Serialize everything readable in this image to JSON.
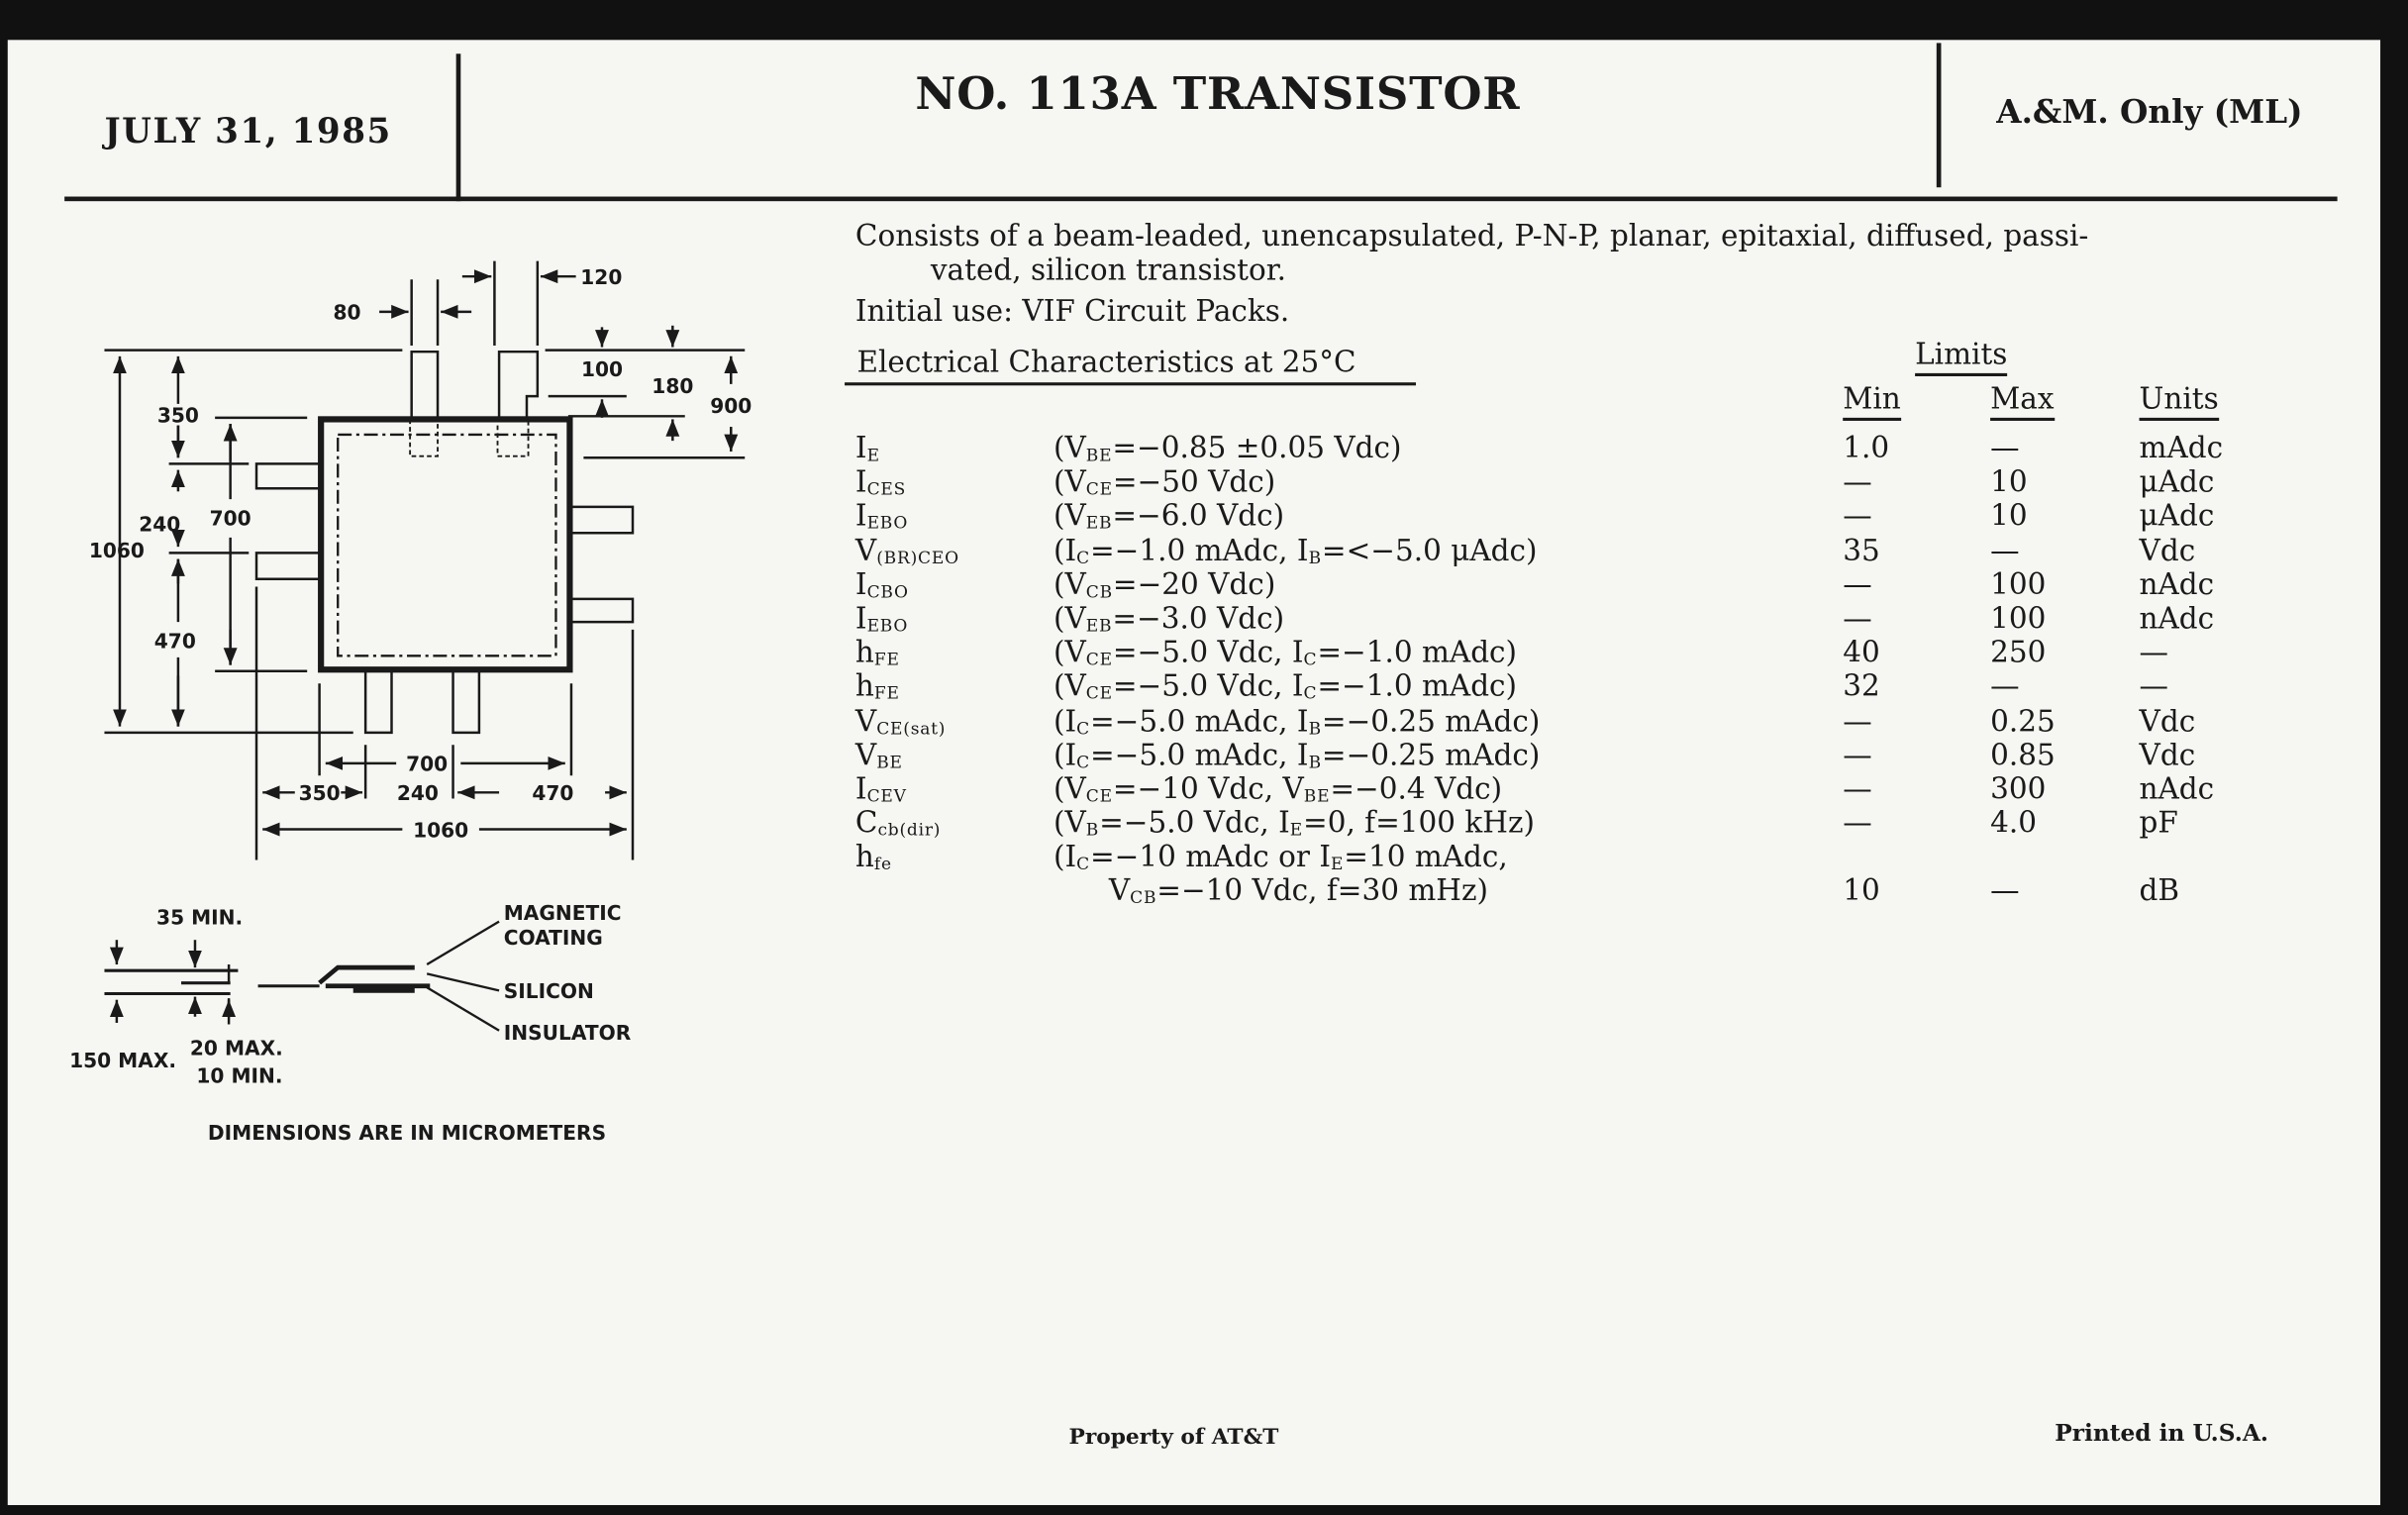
{
  "header": {
    "date": "JULY 31, 1985",
    "title": "NO. 113A TRANSISTOR",
    "restriction": "A.&M. Only (ML)"
  },
  "description": {
    "line1": "Consists of a beam-leaded, unencapsulated, P-N-P, planar, epitaxial, diffused, passi-",
    "line2": "vated, silicon transistor.",
    "initial_use": "Initial use: VIF Circuit Packs.",
    "section_title": "Electrical Characteristics at 25°C"
  },
  "table": {
    "limits_label": "Limits",
    "min_label": "Min",
    "max_label": "Max",
    "units_label": "Units",
    "rows": [
      {
        "sym": [
          "I",
          [
            "E"
          ]
        ],
        "cond": [
          "(V",
          [
            "BE"
          ],
          "=−0.85 ±0.05 Vdc)"
        ],
        "min": "1.0",
        "max": "—",
        "units": "mAdc"
      },
      {
        "sym": [
          "I",
          [
            "CES"
          ]
        ],
        "cond": [
          "(V",
          [
            "CE"
          ],
          "=−50 Vdc)"
        ],
        "min": "—",
        "max": "10",
        "units": "μAdc"
      },
      {
        "sym": [
          "I",
          [
            "EBO"
          ]
        ],
        "cond": [
          "(V",
          [
            "EB"
          ],
          "=−6.0 Vdc)"
        ],
        "min": "—",
        "max": "10",
        "units": "μAdc"
      },
      {
        "sym": [
          "V",
          [
            "(BR)CEO"
          ]
        ],
        "cond": [
          "(I",
          [
            "C"
          ],
          "=−1.0 mAdc, I",
          [
            "B"
          ],
          "=<−5.0 μAdc)"
        ],
        "min": "35",
        "max": "—",
        "units": "Vdc"
      },
      {
        "sym": [
          "I",
          [
            "CBO"
          ]
        ],
        "cond": [
          "(V",
          [
            "CB"
          ],
          "=−20 Vdc)"
        ],
        "min": "—",
        "max": "100",
        "units": "nAdc"
      },
      {
        "sym": [
          "I",
          [
            "EBO"
          ]
        ],
        "cond": [
          "(V",
          [
            "EB"
          ],
          "=−3.0 Vdc)"
        ],
        "min": "—",
        "max": "100",
        "units": "nAdc"
      },
      {
        "sym": [
          "h",
          [
            "FE"
          ]
        ],
        "cond": [
          "(V",
          [
            "CE"
          ],
          "=−5.0 Vdc, I",
          [
            "C"
          ],
          "=−1.0 mAdc)"
        ],
        "min": "40",
        "max": "250",
        "units": "—"
      },
      {
        "sym": [
          "h",
          [
            "FE"
          ]
        ],
        "cond": [
          "(V",
          [
            "CE"
          ],
          "=−5.0 Vdc, I",
          [
            "C"
          ],
          "=−1.0 mAdc)"
        ],
        "min": "32",
        "max": "—",
        "units": "—"
      },
      {
        "sym": [
          "V",
          [
            "CE(sat)"
          ]
        ],
        "cond": [
          "(I",
          [
            "C"
          ],
          "=−5.0 mAdc, I",
          [
            "B"
          ],
          "=−0.25 mAdc)"
        ],
        "min": "—",
        "max": "0.25",
        "units": "Vdc"
      },
      {
        "sym": [
          "V",
          [
            "BE"
          ]
        ],
        "cond": [
          "(I",
          [
            "C"
          ],
          "=−5.0 mAdc, I",
          [
            "B"
          ],
          "=−0.25 mAdc)"
        ],
        "min": "—",
        "max": "0.85",
        "units": "Vdc"
      },
      {
        "sym": [
          "I",
          [
            "CEV"
          ]
        ],
        "cond": [
          "(V",
          [
            "CE"
          ],
          "=−10 Vdc, V",
          [
            "BE"
          ],
          "=−0.4 Vdc)"
        ],
        "min": "—",
        "max": "300",
        "units": "nAdc"
      },
      {
        "sym": [
          "C",
          [
            "cb(dir)"
          ]
        ],
        "cond": [
          "(V",
          [
            "B"
          ],
          "=−5.0 Vdc, I",
          [
            "E"
          ],
          "=0, f=100 kHz)"
        ],
        "min": "—",
        "max": "4.0",
        "units": "pF"
      },
      {
        "sym": [
          "h",
          [
            "fe"
          ]
        ],
        "cond": [
          "(I",
          [
            "C"
          ],
          "=−10 mAdc or I",
          [
            "E"
          ],
          "=10 mAdc,"
        ],
        "cond2": [
          "V",
          [
            "CB"
          ],
          "=−10 Vdc, f=30 mHz)"
        ],
        "min": "10",
        "max": "—",
        "units": "dB"
      }
    ]
  },
  "diagram": {
    "dims": {
      "d80": "80",
      "d120": "120",
      "d100": "100",
      "d180": "180",
      "d900": "900",
      "d350_left": "350",
      "d240_left": "240",
      "d700_left": "700",
      "d1060_left": "1060",
      "d470_left": "470",
      "d700_bottom": "700",
      "d350_bottom": "350",
      "d240_bottom": "240",
      "d470_bottom": "470",
      "d1060_bottom": "1060"
    },
    "section": {
      "min35": "35 MIN.",
      "max150": "150 MAX.",
      "max20": "20 MAX.",
      "min10": "10 MIN.",
      "magnetic": "MAGNETIC",
      "coating": "COATING",
      "silicon": "SILICON",
      "insulator": "INSULATOR"
    },
    "note": "DIMENSIONS ARE IN MICROMETERS"
  },
  "footer": {
    "property": "Property of AT&T",
    "printed": "Printed in U.S.A."
  }
}
